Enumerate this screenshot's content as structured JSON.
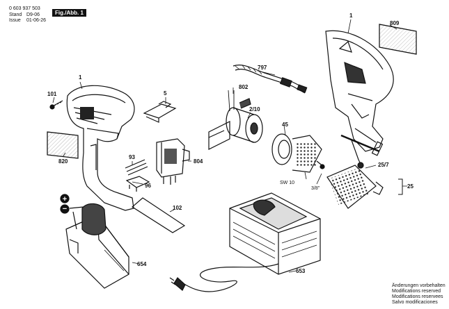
{
  "header": {
    "part_number": "0 603 937 503",
    "stand_label": "Stand",
    "issue_label": "Issue",
    "stand_value": "D9-06",
    "issue_value": "01-06-26",
    "figure_label": "Fig./Abb. 1"
  },
  "callouts": {
    "c1_left": "1",
    "c1_right": "1",
    "c101": "101",
    "c820": "820",
    "c5": "5",
    "c93": "93",
    "c96": "96",
    "c804": "804",
    "c102": "102",
    "c654": "654",
    "c809": "809",
    "c797": "797",
    "c802": "802",
    "c210": "2/10",
    "c45": "45",
    "csw": "SW 10",
    "c38": "3/8\"",
    "c257": "25/7",
    "c25": "25",
    "c653": "653",
    "plus": "+",
    "minus": "−"
  },
  "footer_notes": [
    "Änderungen vorbehalten",
    "Modifications reserved",
    "Modifications reservees",
    "Salvo modificaciones"
  ]
}
